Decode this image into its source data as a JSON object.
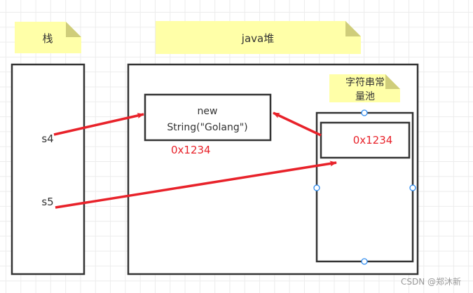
{
  "notes": {
    "stack": "栈",
    "heap": "java堆",
    "pool_line1": "字符串常",
    "pool_line2": "量池"
  },
  "stack_vars": {
    "s4": "s4",
    "s5": "s5"
  },
  "heap_object": {
    "line1": "new",
    "line2": "String(\"Golang\")",
    "address": "0x1234"
  },
  "pool_entry": {
    "address": "0x1234"
  },
  "watermark": "CSDN @郑沐新",
  "colors": {
    "note_fill": "#ffffa8",
    "note_fold": "#cfcd7a",
    "box_stroke": "#333333",
    "arrow": "#e8222a",
    "handle": "#2e8cf0"
  }
}
